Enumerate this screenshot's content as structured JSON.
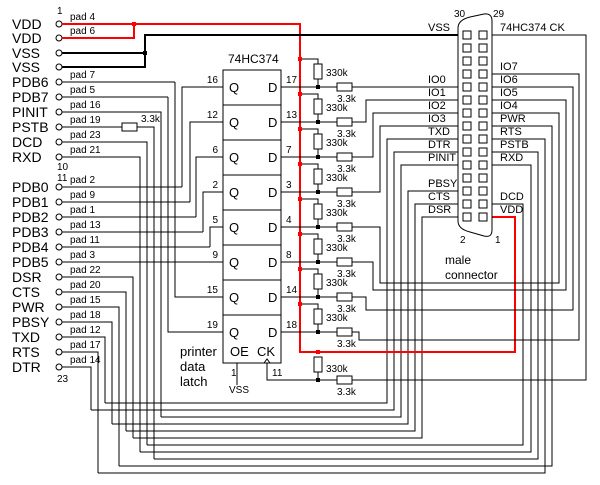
{
  "left_pins": [
    {
      "name": "VDD",
      "pad": "pad 4"
    },
    {
      "name": "VDD",
      "pad": "pad 6"
    },
    {
      "name": "VSS",
      "pad": ""
    },
    {
      "name": "VSS",
      "pad": ""
    },
    {
      "name": "PDB6",
      "pad": "pad 7"
    },
    {
      "name": "PDB7",
      "pad": "pad 5"
    },
    {
      "name": "PINIT",
      "pad": "pad 16"
    },
    {
      "name": "PSTB",
      "pad": "pad 19"
    },
    {
      "name": "DCD",
      "pad": "pad 23"
    },
    {
      "name": "RXD",
      "pad": "pad 21"
    },
    {
      "name": "PDB0",
      "pad": "pad 2"
    },
    {
      "name": "PDB1",
      "pad": "pad 9"
    },
    {
      "name": "PDB2",
      "pad": "pad 1"
    },
    {
      "name": "PDB3",
      "pad": "pad 13"
    },
    {
      "name": "PDB4",
      "pad": "pad 11"
    },
    {
      "name": "PDB5",
      "pad": "pad 3"
    },
    {
      "name": "DSR",
      "pad": "pad 22"
    },
    {
      "name": "CTS",
      "pad": "pad 20"
    },
    {
      "name": "PWR",
      "pad": "pad 15"
    },
    {
      "name": "PBSY",
      "pad": "pad 18"
    },
    {
      "name": "TXD",
      "pad": "pad 12"
    },
    {
      "name": "RTS",
      "pad": "pad 17"
    },
    {
      "name": "DTR",
      "pad": "pad 14"
    }
  ],
  "left_pin_numbers": {
    "first": "1",
    "after_rxd": "10",
    "before_pdb0": "11",
    "last": "23"
  },
  "chip": {
    "title": "74HC374",
    "q_label": "Q",
    "d_label": "D",
    "q_pins": [
      "16",
      "12",
      "6",
      "2",
      "5",
      "9",
      "15",
      "19"
    ],
    "d_pins": [
      "17",
      "13",
      "7",
      "3",
      "4",
      "8",
      "14",
      "18"
    ],
    "oe_label": "OE",
    "ck_label": "CK",
    "oe_pin": "1",
    "ck_pin": "11",
    "oe_net": "VSS",
    "caption": [
      "printer",
      "data",
      "latch"
    ]
  },
  "resistors": {
    "pullup": "330k",
    "series": "3.3k",
    "pstb_series": "3.3k"
  },
  "connector": {
    "left_labels": [
      "VSS",
      "",
      "",
      "",
      "IO0",
      "IO1",
      "IO2",
      "IO3",
      "TXD",
      "DTR",
      "PINIT",
      "",
      "PBSY",
      "CTS",
      "DSR"
    ],
    "right_labels": [
      "74HC374 CK",
      "",
      "",
      "IO7",
      "IO6",
      "IO5",
      "IO4",
      "PWR",
      "RTS",
      "PSTB",
      "RXD",
      "",
      "",
      "DCD",
      "VDD"
    ],
    "numbers": {
      "top_left": "30",
      "top_right": "29",
      "bottom_left": "2",
      "bottom_right": "1"
    },
    "caption": [
      "male",
      "connector"
    ]
  },
  "colors": {
    "vdd": "#ff0000",
    "wire": "#000000"
  }
}
